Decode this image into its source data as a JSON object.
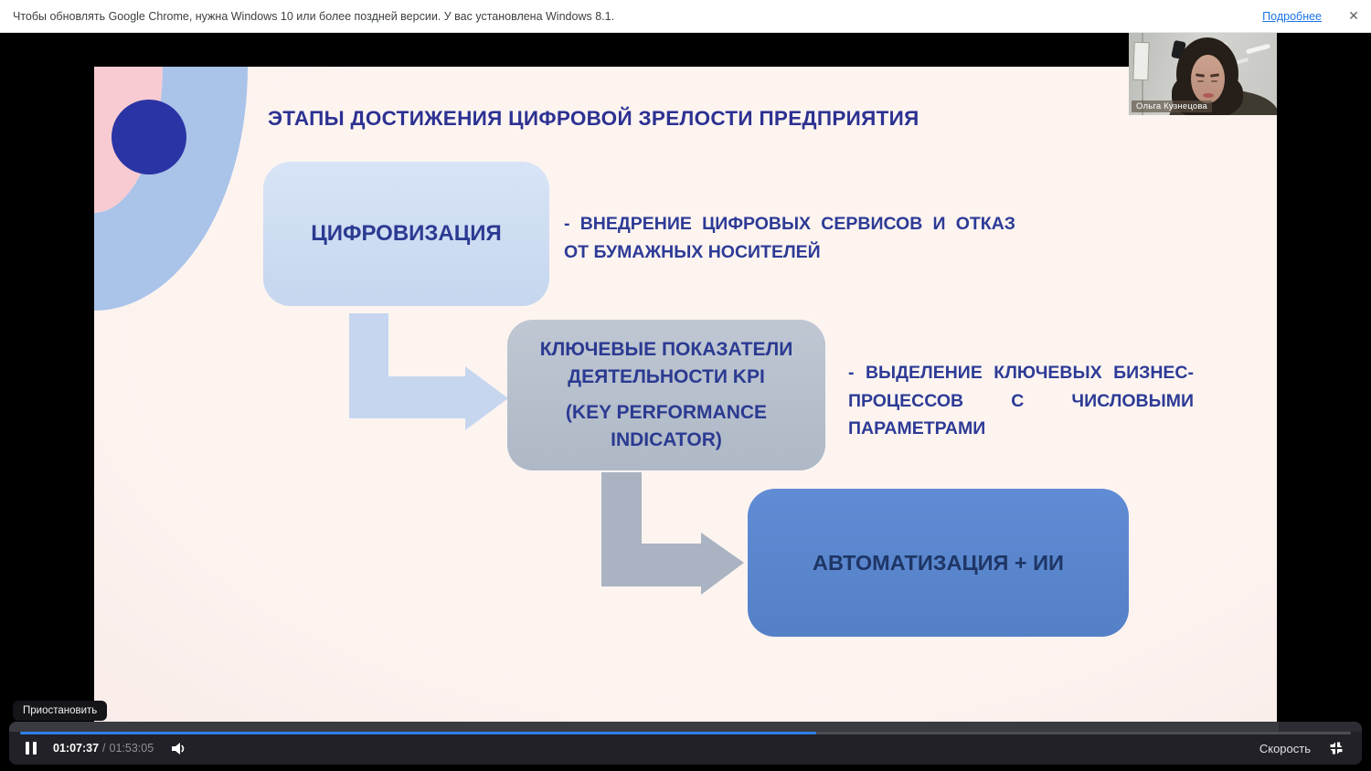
{
  "notification": {
    "message": "Чтобы обновлять Google Chrome, нужна Windows 10 или более поздней версии. У вас установлена Windows 8.1.",
    "action_label": "Подробнее",
    "close_glyph": "✕"
  },
  "webcam": {
    "speaker_name": "Ольга Кузнецова"
  },
  "slide": {
    "title": "ЭТАПЫ ДОСТИЖЕНИЯ ЦИФРОВОЙ ЗРЕЛОСТИ ПРЕДПРИЯТИЯ",
    "stage1": {
      "label": "ЦИФРОВИЗАЦИЯ",
      "desc": [
        "- ВНЕДРЕНИЕ ЦИФРОВЫХ СЕРВИСОВ И ОТКАЗ",
        "ОТ БУМАЖНЫХ НОСИТЕЛЕЙ"
      ]
    },
    "stage2": {
      "label": [
        "КЛЮЧЕВЫЕ ПОКАЗАТЕЛИ",
        "ДЕЯТЕЛЬНОСТИ KPI",
        "(KEY PERFORMANCE",
        "INDICATOR)"
      ],
      "desc": [
        "- ВЫДЕЛЕНИЕ КЛЮЧЕВЫХ БИЗНЕС-",
        "ПРОЦЕССОВ С ЧИСЛОВЫМИ",
        "ПАРАМЕТРАМИ"
      ]
    },
    "stage3": {
      "label": "АВТОМАТИЗАЦИЯ + ИИ"
    },
    "colors": {
      "title_text": "#2c3192",
      "stage1_box": "#cbd9f0",
      "stage2_box": "#b5bfcc",
      "stage3_box": "#5b87d0",
      "decor_pink": "#f8cbd2",
      "decor_blue_arc": "#a9c3e9",
      "decor_navy_circle": "#2a34a4",
      "slide_background": "#fdf3ef"
    }
  },
  "player": {
    "pause_tooltip": "Приостановить",
    "current_time": "01:07:37",
    "time_separator": "/",
    "total_time": "01:53:05",
    "speed_label": "Скорость",
    "progress_percent": 59.8,
    "accent_color": "#2f7fe5",
    "icons": [
      "pause-icon",
      "volume-icon",
      "compress-fullscreen-icon"
    ]
  }
}
